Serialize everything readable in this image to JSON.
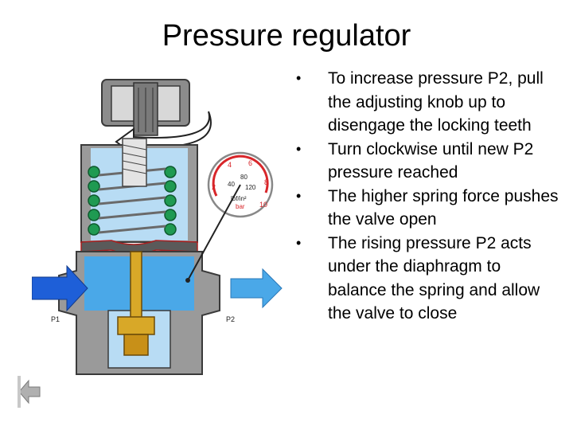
{
  "slide": {
    "title": "Pressure regulator",
    "bullets": [
      "To increase pressure P2, pull the adjusting knob up to disengage the locking teeth",
      "Turn clockwise until new P2 pressure reached",
      "The higher spring force pushes the valve open",
      "The rising pressure P2 acts under the diaphragm to balance the spring and allow the valve to close"
    ]
  },
  "diagram": {
    "inlet_label": "P1",
    "outlet_label": "P2",
    "gauge": {
      "bar_ticks": [
        "2",
        "4",
        "6",
        "8",
        "10"
      ],
      "psi_ticks": [
        "40",
        "80",
        "120"
      ],
      "unit_psi": "lbf/in²",
      "unit_bar": "bar"
    }
  },
  "colors": {
    "body_gray": "#9a9a9a",
    "body_dark": "#5a5a5a",
    "fluid_blue": "#4aa8e8",
    "light_blue": "#b8dcf4",
    "spring_green": "#1f9a52",
    "valve_gold": "#d8a828",
    "gauge_red": "#d8262a",
    "nav_gray": "#b0b0b0"
  },
  "icons": {
    "rotation": "curved-arrow-icon",
    "nav": "back-arrow-icon"
  }
}
